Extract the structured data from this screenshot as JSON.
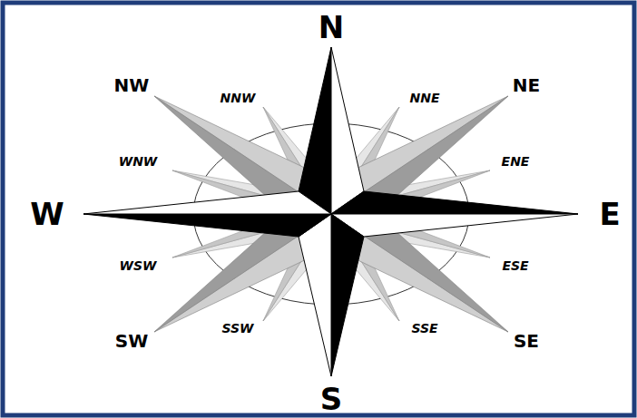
{
  "diagram": {
    "labels": [
      "N",
      "NW",
      "NNW",
      "NNE",
      "NE",
      "WNW",
      "ENE",
      "W",
      "E",
      "WSW",
      "ESE",
      "SW",
      "SSW",
      "SSE",
      "SE",
      "S"
    ]
  }
}
